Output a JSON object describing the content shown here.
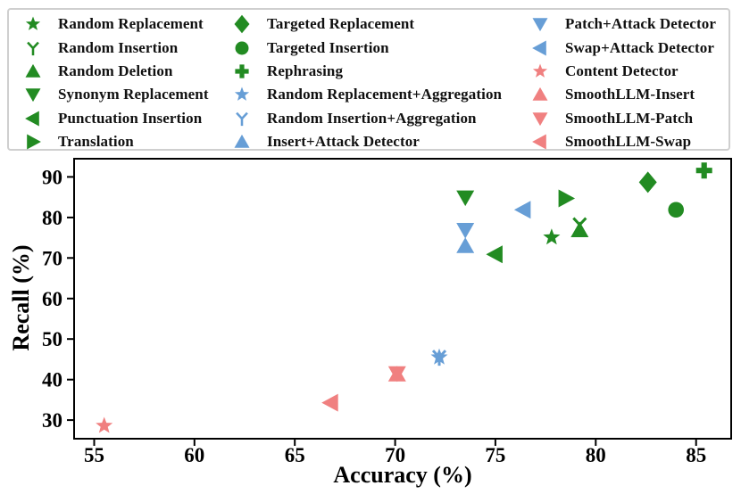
{
  "colors": {
    "attack_green": "#228B22",
    "defense_blue": "#679ED6",
    "baseline_pink": "#F08080",
    "axis": "#000000",
    "legend_border": "#cfcfcf"
  },
  "legend": {
    "columns": [
      {
        "items": [
          {
            "label": "Random Replacement",
            "marker": "star",
            "color": "#228B22"
          },
          {
            "label": "Random Insertion",
            "marker": "tri-down-y",
            "color": "#228B22"
          },
          {
            "label": "Random Deletion",
            "marker": "triangle-up",
            "color": "#228B22"
          },
          {
            "label": "Synonym Replacement",
            "marker": "triangle-down",
            "color": "#228B22"
          },
          {
            "label": "Punctuation Insertion",
            "marker": "triangle-left",
            "color": "#228B22"
          },
          {
            "label": "Translation",
            "marker": "triangle-right",
            "color": "#228B22"
          }
        ]
      },
      {
        "items": [
          {
            "label": "Targeted Replacement",
            "marker": "diamond",
            "color": "#228B22"
          },
          {
            "label": "Targeted Insertion",
            "marker": "circle",
            "color": "#228B22"
          },
          {
            "label": "Rephrasing",
            "marker": "plus",
            "color": "#228B22"
          },
          {
            "label": "Random Replacement+Aggregation",
            "marker": "star",
            "color": "#679ED6"
          },
          {
            "label": "Random Insertion+Aggregation",
            "marker": "tri-down-y",
            "color": "#679ED6"
          },
          {
            "label": "Insert+Attack Detector",
            "marker": "triangle-up",
            "color": "#679ED6"
          }
        ]
      },
      {
        "items": [
          {
            "label": "Patch+Attack Detector",
            "marker": "triangle-down",
            "color": "#679ED6"
          },
          {
            "label": "Swap+Attack Detector",
            "marker": "triangle-left",
            "color": "#679ED6"
          },
          {
            "label": "Content Detector",
            "marker": "star",
            "color": "#F08080"
          },
          {
            "label": "SmoothLLM-Insert",
            "marker": "triangle-up",
            "color": "#F08080"
          },
          {
            "label": "SmoothLLM-Patch",
            "marker": "triangle-down",
            "color": "#F08080"
          },
          {
            "label": "SmoothLLM-Swap",
            "marker": "triangle-left",
            "color": "#F08080"
          }
        ]
      }
    ]
  },
  "chart_data": {
    "type": "scatter",
    "title": "",
    "xlabel": "Accuracy (%)",
    "ylabel": "Recall (%)",
    "xlim": [
      54.0,
      86.75
    ],
    "ylim": [
      25.4,
      94.5
    ],
    "xticks": [
      55,
      60,
      65,
      70,
      75,
      80,
      85
    ],
    "yticks": [
      30,
      40,
      50,
      60,
      70,
      80,
      90
    ],
    "grid": false,
    "legend_position": "top",
    "series": [
      {
        "name": "Random Replacement",
        "marker": "star",
        "color": "#228B22",
        "x": 77.8,
        "y": 75.1
      },
      {
        "name": "Random Deletion",
        "marker": "triangle-up",
        "color": "#228B22",
        "x": 79.2,
        "y": 76.9
      },
      {
        "name": "Random Insertion",
        "marker": "tri-down-y",
        "color": "#228B22",
        "x": 79.2,
        "y": 78.2
      },
      {
        "name": "Synonym Replacement",
        "marker": "triangle-down",
        "color": "#228B22",
        "x": 73.5,
        "y": 84.9
      },
      {
        "name": "Punctuation Insertion",
        "marker": "triangle-left",
        "color": "#228B22",
        "x": 75.0,
        "y": 70.9
      },
      {
        "name": "Translation",
        "marker": "triangle-right",
        "color": "#228B22",
        "x": 78.5,
        "y": 84.7
      },
      {
        "name": "Targeted Replacement",
        "marker": "diamond",
        "color": "#228B22",
        "x": 82.6,
        "y": 88.7
      },
      {
        "name": "Targeted Insertion",
        "marker": "circle",
        "color": "#228B22",
        "x": 84.0,
        "y": 81.9
      },
      {
        "name": "Rephrasing",
        "marker": "plus",
        "color": "#228B22",
        "x": 85.4,
        "y": 91.6
      },
      {
        "name": "Insert+Attack Detector",
        "marker": "triangle-up",
        "color": "#679ED6",
        "x": 73.5,
        "y": 73.0
      },
      {
        "name": "Patch+Attack Detector",
        "marker": "triangle-down",
        "color": "#679ED6",
        "x": 73.5,
        "y": 76.9
      },
      {
        "name": "Swap+Attack Detector",
        "marker": "triangle-left",
        "color": "#679ED6",
        "x": 76.4,
        "y": 81.9
      },
      {
        "name": "Random Insertion+Aggregation",
        "marker": "tri-down-y",
        "color": "#679ED6",
        "x": 72.2,
        "y": 45.5
      },
      {
        "name": "Random Replacement+Aggregation",
        "marker": "star",
        "color": "#679ED6",
        "x": 72.2,
        "y": 45.5
      },
      {
        "name": "Content Detector",
        "marker": "star",
        "color": "#F08080",
        "x": 55.5,
        "y": 28.6
      },
      {
        "name": "SmoothLLM-Insert",
        "marker": "triangle-up",
        "color": "#F08080",
        "x": 70.1,
        "y": 41.3
      },
      {
        "name": "SmoothLLM-Patch",
        "marker": "triangle-down",
        "color": "#F08080",
        "x": 70.1,
        "y": 41.5
      },
      {
        "name": "SmoothLLM-Swap",
        "marker": "triangle-left",
        "color": "#F08080",
        "x": 66.8,
        "y": 34.3
      }
    ]
  }
}
